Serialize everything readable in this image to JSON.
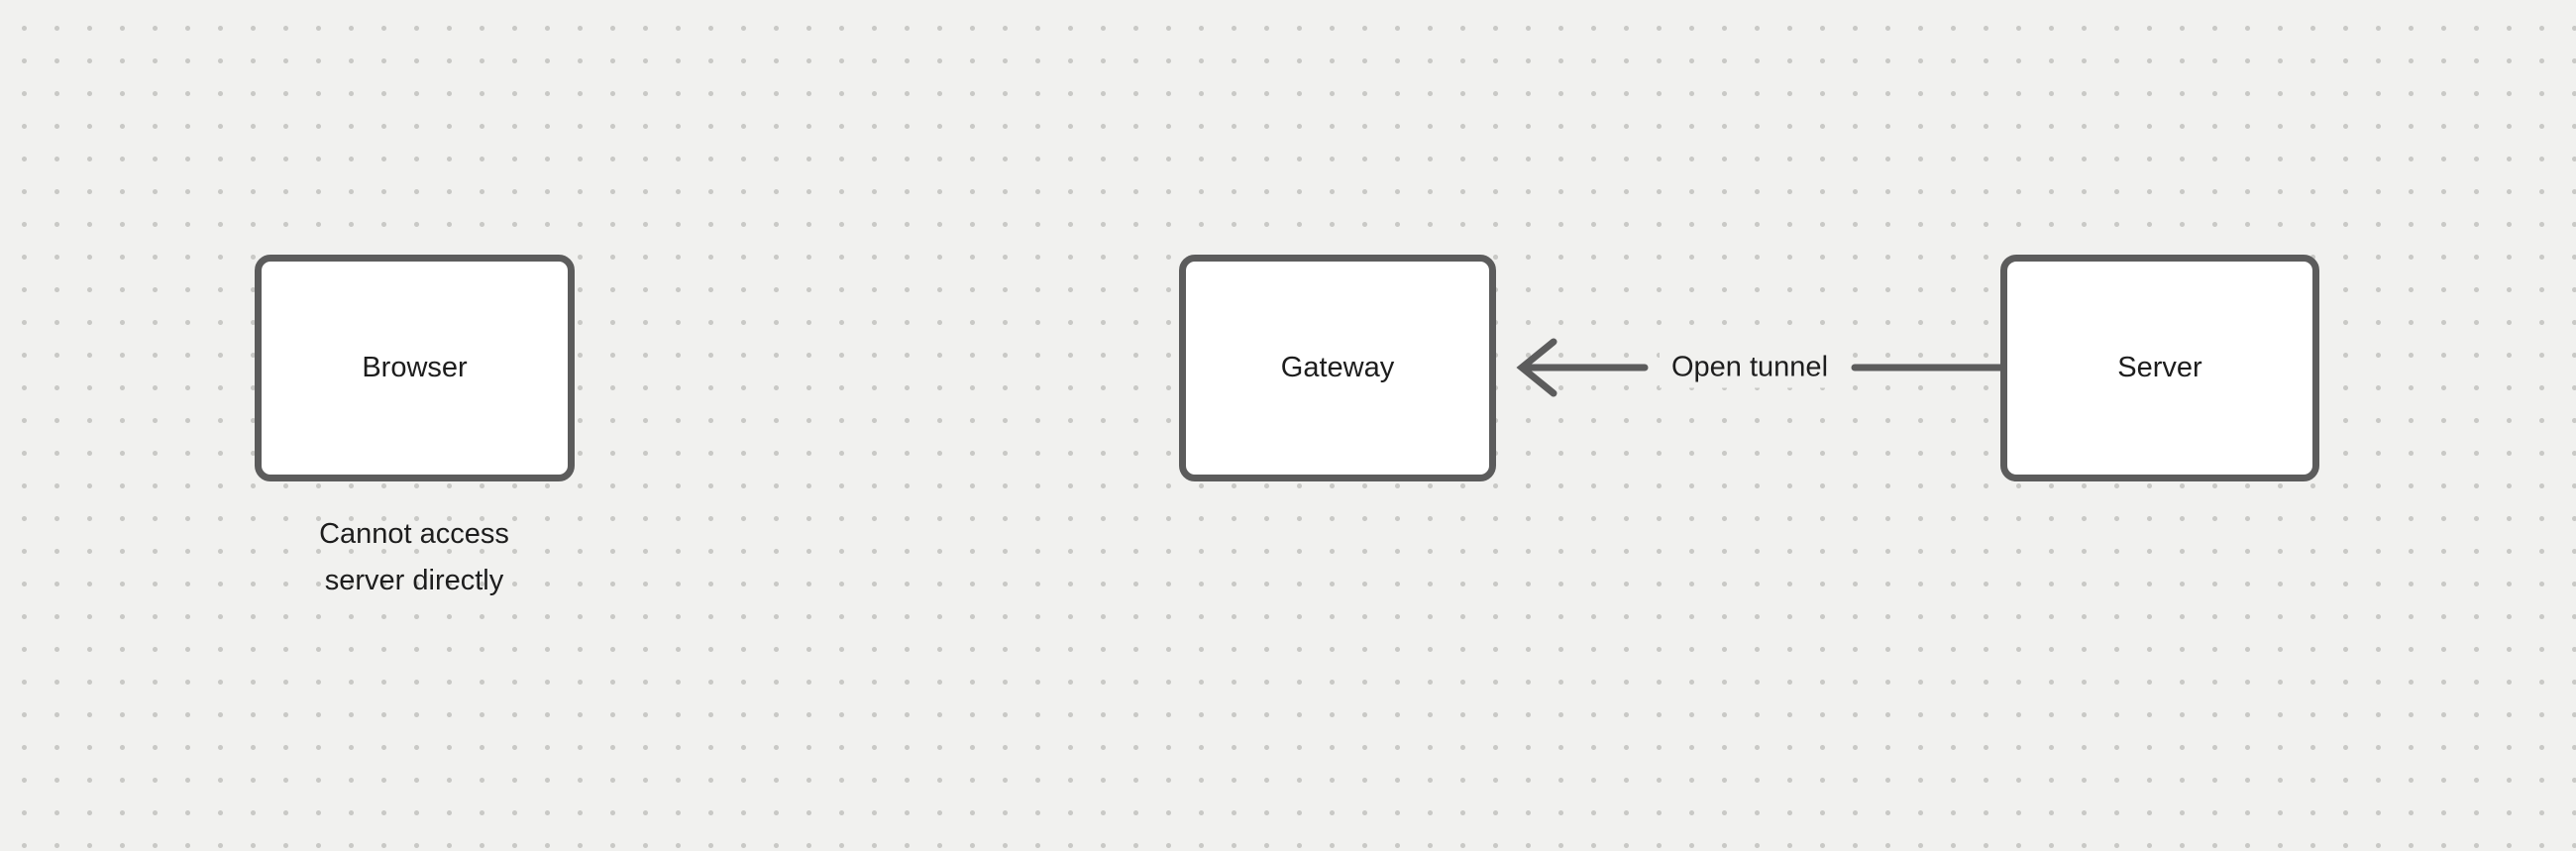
{
  "canvas": {
    "background_color": "#f1f1ef",
    "dot_grid_color": "#c9c9c6"
  },
  "colors": {
    "stroke": "#5c5c5c",
    "node_fill": "#ffffff",
    "text": "#1d1d1d"
  },
  "nodes": [
    {
      "id": "browser",
      "label": "Browser"
    },
    {
      "id": "gateway",
      "label": "Gateway"
    },
    {
      "id": "server",
      "label": "Server"
    }
  ],
  "edges": [
    {
      "from": "server",
      "to": "gateway",
      "label": "Open tunnel",
      "direction": "right-to-left"
    }
  ],
  "annotation": {
    "attached_to": "browser",
    "lines": [
      "Cannot access",
      "server directly"
    ]
  }
}
